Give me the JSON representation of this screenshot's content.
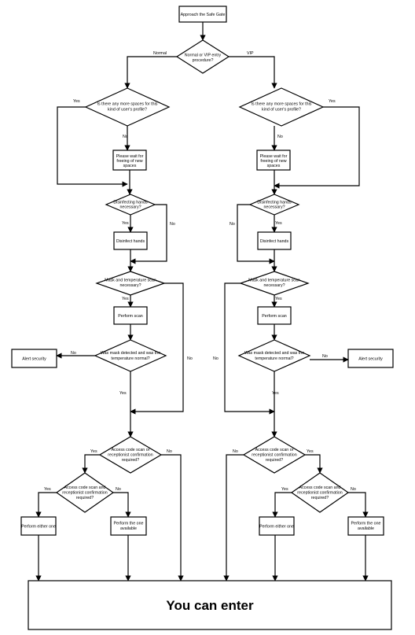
{
  "nodes": {
    "start": "Approach the Safe Gate",
    "entry_decision": [
      "Normal or VIP entry",
      "procedure?"
    ],
    "spaces_decision_left": [
      "Is there any more spaces for this",
      "kind of user's profile?"
    ],
    "wait_left": [
      "Please wait for",
      "freeing of new",
      "spaces"
    ],
    "disinfect_decision_left": [
      "Disinfecting hands",
      "necessary?"
    ],
    "disinfect_left": "Disinfect hands",
    "scan_decision_left": [
      "Mask and temperature scan",
      "necessary?"
    ],
    "scan_left": "Perform scan",
    "mask_decision_left": [
      "Was mask detected and was the",
      "temperature normal?"
    ],
    "alert_left": "Alert security",
    "access_decision_left": [
      "Access code scan or",
      "receptionist confirmation",
      "required?"
    ],
    "both_decision_left": [
      "Access code scan and",
      "receptionist confirmation",
      "required?"
    ],
    "either_left": "Perform either one",
    "available_left": [
      "Perform the one",
      "available"
    ],
    "spaces_decision_right": [
      "Is there any more spaces for this",
      "kind of user's profile?"
    ],
    "wait_right": [
      "Please wait for",
      "freeing of new",
      "spaces"
    ],
    "disinfect_decision_right": [
      "Disinfecting hands",
      "necessary?"
    ],
    "disinfect_right": "Disinfect hands",
    "scan_decision_right": [
      "Mask and temperature scan",
      "necessary?"
    ],
    "scan_right": "Perform scan",
    "mask_decision_right": [
      "Was mask detected and was the",
      "temperature normal?"
    ],
    "alert_right": "Alert security",
    "access_decision_right": [
      "Access code scan or",
      "receptionist confirmation",
      "required?"
    ],
    "both_decision_right": [
      "Access code scan and",
      "receptionist confirmation",
      "required?"
    ],
    "either_right": "Perform either one",
    "available_right": [
      "Perform the one",
      "available"
    ],
    "end": "You can enter"
  },
  "edge_labels": {
    "normal": "Normal",
    "vip": "VIP",
    "yes": "Yes",
    "no": "No"
  }
}
